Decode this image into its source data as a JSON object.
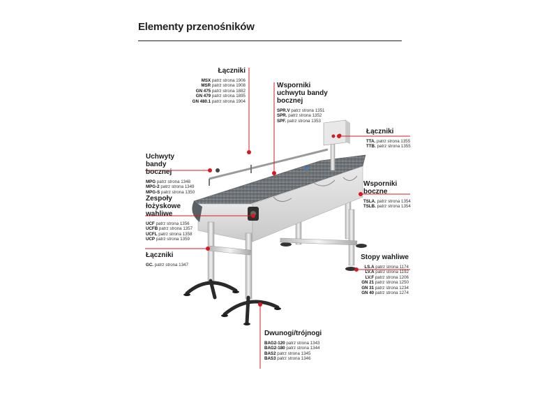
{
  "header": {
    "title": "Elementy przenośników"
  },
  "accent_color": "#d71920",
  "groups": {
    "lacz_top": {
      "head": "Łączniki",
      "refs": [
        {
          "code": "MSX",
          "text": "patrz strona 1906"
        },
        {
          "code": "MSR",
          "text": "patrz strona 1908"
        },
        {
          "code": "GN 475",
          "text": "patrz strona 1882"
        },
        {
          "code": "GN 479",
          "text": "patrz strona 1895"
        },
        {
          "code": "GN 480.1",
          "text": "patrz strona 1904"
        }
      ]
    },
    "wsp_uchwytu": {
      "head": "Wsporniki uchwytu bandy bocznej",
      "refs": [
        {
          "code": "SPR.V",
          "text": "patrz strona 1351"
        },
        {
          "code": "SPR.",
          "text": "patrz strona 1352"
        },
        {
          "code": "SPF.",
          "text": "patrz strona 1353"
        }
      ]
    },
    "lacz_tt": {
      "head": "Łączniki",
      "refs": [
        {
          "code": "TTA.",
          "text": "patrz strona 1355"
        },
        {
          "code": "TTB.",
          "text": "patrz strona 1355"
        }
      ]
    },
    "uchwyty": {
      "head": "Uchwyty bandy bocznej",
      "refs": [
        {
          "code": "MPG",
          "text": "patrz strona 1348"
        },
        {
          "code": "MPG-2",
          "text": "patrz strona 1349"
        },
        {
          "code": "MPG-S",
          "text": "patrz strona 1350"
        }
      ]
    },
    "wsp_boczne": {
      "head": "Wsporniki boczne",
      "refs": [
        {
          "code": "TSLA.",
          "text": "patrz strona 1354"
        },
        {
          "code": "TSLB.",
          "text": "patrz strona 1354"
        }
      ]
    },
    "zespoly": {
      "head": "Zespoły łożyskowe wahliwe",
      "refs": [
        {
          "code": "UCF",
          "text": "patrz strona 1356"
        },
        {
          "code": "UCFB",
          "text": "patrz strona 1357"
        },
        {
          "code": "UCFL",
          "text": "patrz strona 1358"
        },
        {
          "code": "UCP",
          "text": "patrz strona 1359"
        }
      ]
    },
    "lacz_gc": {
      "head": "Łączniki",
      "refs": [
        {
          "code": "GC.",
          "text": "patrz strona 1347"
        }
      ]
    },
    "stopy": {
      "head": "Stopy wahliwe",
      "refs": [
        {
          "code": "LS.A",
          "text": "patrz strona 1174"
        },
        {
          "code": "LV.A",
          "text": "patrz strona 1192"
        },
        {
          "code": "LV.F",
          "text": "patrz strona 1206"
        },
        {
          "code": "GN 21",
          "text": "patrz strona 1250"
        },
        {
          "code": "GN 31",
          "text": "patrz strona 1234"
        },
        {
          "code": "GN 40",
          "text": "patrz strona 1274"
        }
      ]
    },
    "dwunogi": {
      "head": "Dwunogi/trójnogi",
      "refs": [
        {
          "code": "BAG2-120",
          "text": "patrz strona 1343"
        },
        {
          "code": "BAG2-180",
          "text": "patrz strona 1344"
        },
        {
          "code": "BAS2",
          "text": "patrz strona 1345"
        },
        {
          "code": "BAS3",
          "text": "patrz strona 1346"
        }
      ]
    }
  }
}
